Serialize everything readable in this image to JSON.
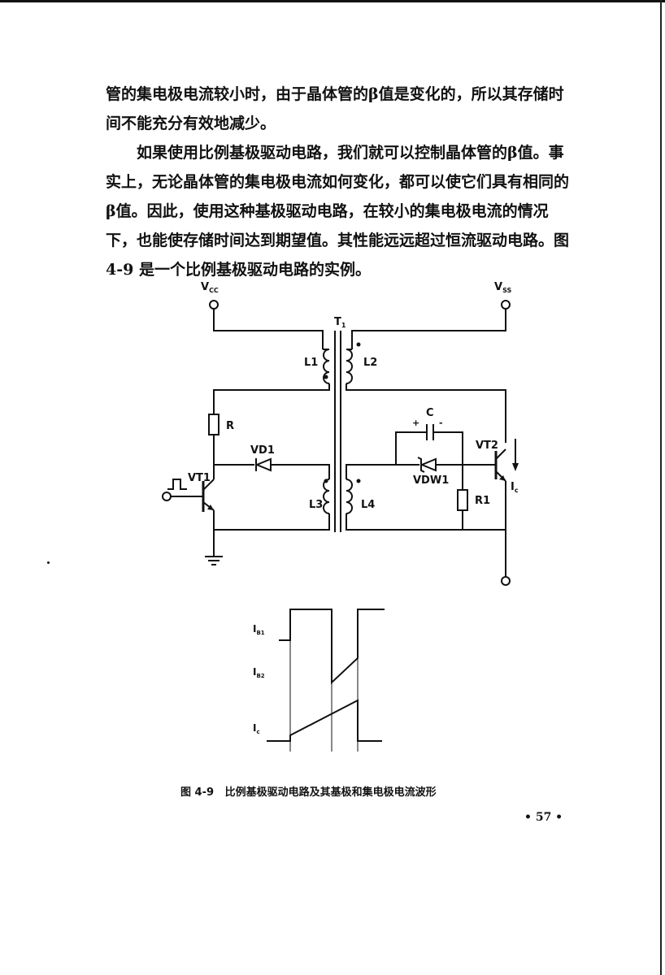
{
  "body": {
    "paragraph_1": "管的集电极电流较小时，由于晶体管的β值是变化的，所以其存储时间不能充分有效地减少。",
    "paragraph_2": "如果使用比例基极驱动电路，我们就可以控制晶体管的β值。事实上，无论晶体管的集电极电流如何变化，都可以使它们具有相同的β值。因此，使用这种基极驱动电路，在较小的集电极电流的情况下，也能使存储时间达到期望值。其性能远远超过恒流驱动电路。图 4-9 是一个比例基极驱动电路的实例。"
  },
  "circuit": {
    "vcc": "V",
    "vcc_sub": "CC",
    "vss": "V",
    "vss_sub": "SS",
    "transformer": "T",
    "transformer_sub": "1",
    "l1": "L1",
    "l2": "L2",
    "l3": "L3",
    "l4": "L4",
    "r": "R",
    "vd1": "VD1",
    "vt1": "VT1",
    "c": "C",
    "plus": "+",
    "minus": "-",
    "vt2": "VT2",
    "vdw1": "VDW1",
    "r1": "R1",
    "ic": "I",
    "ic_sub": "c"
  },
  "waveform": {
    "ib1": "I",
    "ib1_sub": "B1",
    "ib2": "I",
    "ib2_sub": "B2",
    "ic": "I",
    "ic_sub": "c"
  },
  "caption": "图 4-9   比例基极驱动电路及其基极和集电极电流波形",
  "page_number": "• 57 •"
}
